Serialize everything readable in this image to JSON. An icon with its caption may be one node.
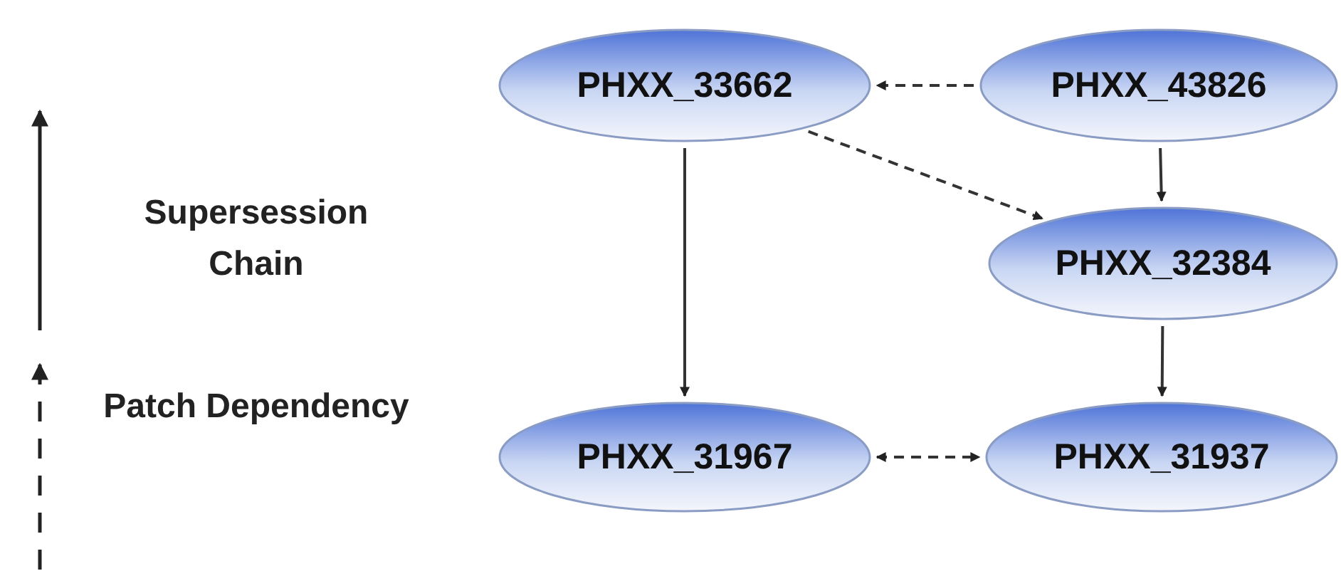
{
  "diagram": {
    "nodes": [
      {
        "text": [
          "PHXX_33662"
        ]
      },
      {
        "text": [
          "PHXX_43826"
        ]
      },
      {
        "text": [
          "PHXX_32384"
        ]
      },
      {
        "text": [
          "PHXX_31967"
        ]
      },
      {
        "text": [
          "PHXX_31937"
        ]
      }
    ],
    "edges": [
      {
        "from": 1,
        "to": 0,
        "arrow": "to",
        "style": "dashed"
      },
      {
        "from": 1,
        "to": 2,
        "arrow": "to"
      },
      {
        "from": 0,
        "to": 2,
        "arrow": "to",
        "style": "dashed"
      },
      {
        "from": 0,
        "to": 3,
        "arrow": "to"
      },
      {
        "from": 2,
        "to": 4,
        "arrow": "to"
      },
      {
        "from": 3,
        "to": 4,
        "arrow": "both",
        "style": "dashed"
      }
    ],
    "legend": [
      {
        "text": "Supersession Chain"
      },
      {
        "text": "Patch Dependency"
      }
    ]
  }
}
